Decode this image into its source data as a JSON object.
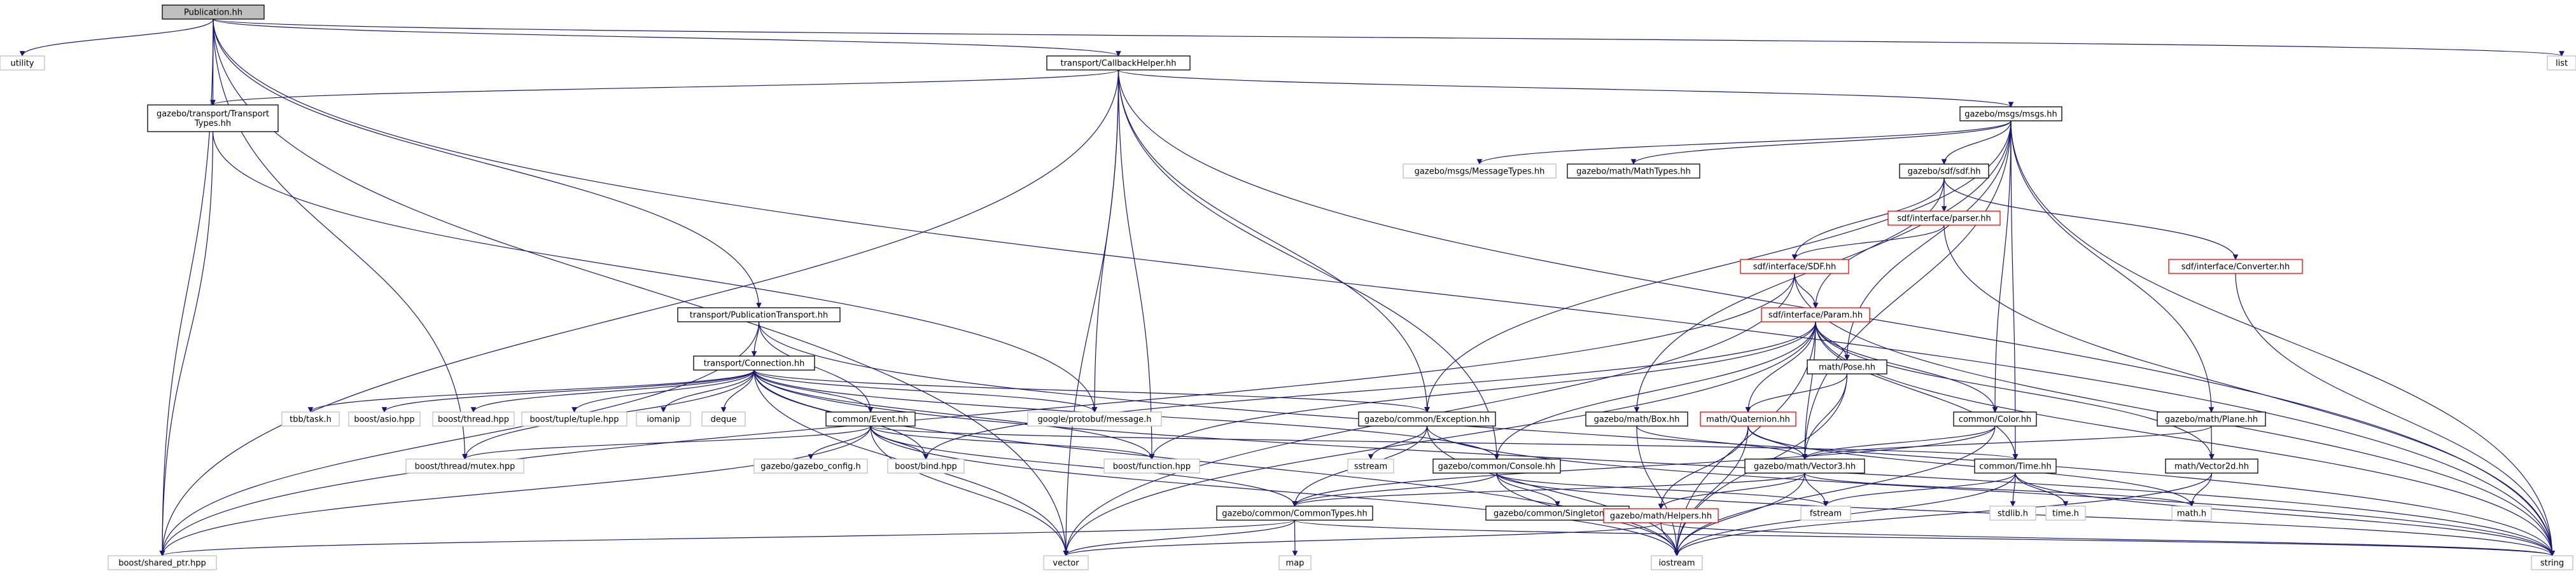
{
  "colors": {
    "edge": "#191970",
    "node_border": "#000000",
    "missing_border": "#bfbfbf",
    "error_border": "#ff0000",
    "root_fill": "#bfbfbf",
    "node_fill": "#ffffff"
  },
  "nodes": [
    {
      "id": "publication",
      "text": [
        "Publication.hh"
      ],
      "kind": "root"
    },
    {
      "id": "utility",
      "text": [
        "utility"
      ],
      "kind": "missing"
    },
    {
      "id": "list",
      "text": [
        "list"
      ],
      "kind": "missing"
    },
    {
      "id": "callbackhelper",
      "text": [
        "transport/CallbackHelper.hh"
      ],
      "kind": "normal"
    },
    {
      "id": "transporttypes",
      "text": [
        "gazebo/transport/Transport",
        "Types.hh"
      ],
      "kind": "normal"
    },
    {
      "id": "msgs",
      "text": [
        "gazebo/msgs/msgs.hh"
      ],
      "kind": "normal"
    },
    {
      "id": "messagetypes",
      "text": [
        "gazebo/msgs/MessageTypes.hh"
      ],
      "kind": "missing"
    },
    {
      "id": "mathtypes",
      "text": [
        "gazebo/math/MathTypes.hh"
      ],
      "kind": "normal"
    },
    {
      "id": "sdfhh",
      "text": [
        "gazebo/sdf/sdf.hh"
      ],
      "kind": "normal"
    },
    {
      "id": "parser",
      "text": [
        "sdf/interface/parser.hh"
      ],
      "kind": "error"
    },
    {
      "id": "converter",
      "text": [
        "sdf/interface/Converter.hh"
      ],
      "kind": "error"
    },
    {
      "id": "sdfint",
      "text": [
        "sdf/interface/SDF.hh"
      ],
      "kind": "error"
    },
    {
      "id": "param",
      "text": [
        "sdf/interface/Param.hh"
      ],
      "kind": "error"
    },
    {
      "id": "pubtransport",
      "text": [
        "transport/PublicationTransport.hh"
      ],
      "kind": "normal"
    },
    {
      "id": "connection",
      "text": [
        "transport/Connection.hh"
      ],
      "kind": "normal"
    },
    {
      "id": "tbbtask",
      "text": [
        "tbb/task.h"
      ],
      "kind": "missing"
    },
    {
      "id": "asio",
      "text": [
        "boost/asio.hpp"
      ],
      "kind": "missing"
    },
    {
      "id": "bthread",
      "text": [
        "boost/thread.hpp"
      ],
      "kind": "missing"
    },
    {
      "id": "tuple",
      "text": [
        "boost/tuple/tuple.hpp"
      ],
      "kind": "missing"
    },
    {
      "id": "iomanip",
      "text": [
        "iomanip"
      ],
      "kind": "missing"
    },
    {
      "id": "deque",
      "text": [
        "deque"
      ],
      "kind": "missing"
    },
    {
      "id": "event",
      "text": [
        "common/Event.hh"
      ],
      "kind": "normal"
    },
    {
      "id": "protobuf",
      "text": [
        "google/protobuf/message.h"
      ],
      "kind": "missing"
    },
    {
      "id": "exception",
      "text": [
        "gazebo/common/Exception.hh"
      ],
      "kind": "normal"
    },
    {
      "id": "mathbox",
      "text": [
        "gazebo/math/Box.hh"
      ],
      "kind": "normal"
    },
    {
      "id": "pose",
      "text": [
        "math/Pose.hh"
      ],
      "kind": "normal"
    },
    {
      "id": "quaternion",
      "text": [
        "math/Quaternion.hh"
      ],
      "kind": "error"
    },
    {
      "id": "color",
      "text": [
        "common/Color.hh"
      ],
      "kind": "normal"
    },
    {
      "id": "plane",
      "text": [
        "gazebo/math/Plane.hh"
      ],
      "kind": "normal"
    },
    {
      "id": "vector2d",
      "text": [
        "math/Vector2d.hh"
      ],
      "kind": "normal"
    },
    {
      "id": "mutex",
      "text": [
        "boost/thread/mutex.hpp"
      ],
      "kind": "missing"
    },
    {
      "id": "gzconfig",
      "text": [
        "gazebo/gazebo_config.h"
      ],
      "kind": "missing"
    },
    {
      "id": "bind",
      "text": [
        "boost/bind.hpp"
      ],
      "kind": "missing"
    },
    {
      "id": "function",
      "text": [
        "boost/function.hpp"
      ],
      "kind": "missing"
    },
    {
      "id": "sstream",
      "text": [
        "sstream"
      ],
      "kind": "missing"
    },
    {
      "id": "console",
      "text": [
        "gazebo/common/Console.hh"
      ],
      "kind": "normal"
    },
    {
      "id": "vector3",
      "text": [
        "gazebo/math/Vector3.hh"
      ],
      "kind": "normal"
    },
    {
      "id": "time",
      "text": [
        "common/Time.hh"
      ],
      "kind": "normal"
    },
    {
      "id": "singleton",
      "text": [
        "gazebo/common/SingletonT.hh"
      ],
      "kind": "normal"
    },
    {
      "id": "fstream",
      "text": [
        "fstream"
      ],
      "kind": "missing"
    },
    {
      "id": "stdlib",
      "text": [
        "stdlib.h"
      ],
      "kind": "missing"
    },
    {
      "id": "timeh",
      "text": [
        "time.h"
      ],
      "kind": "missing"
    },
    {
      "id": "mathh",
      "text": [
        "math.h"
      ],
      "kind": "missing"
    },
    {
      "id": "commontypes",
      "text": [
        "gazebo/common/CommonTypes.hh"
      ],
      "kind": "normal"
    },
    {
      "id": "helpers",
      "text": [
        "gazebo/math/Helpers.hh"
      ],
      "kind": "error"
    },
    {
      "id": "sharedptr",
      "text": [
        "boost/shared_ptr.hpp"
      ],
      "kind": "missing"
    },
    {
      "id": "map",
      "text": [
        "map"
      ],
      "kind": "missing"
    },
    {
      "id": "vector",
      "text": [
        "vector"
      ],
      "kind": "missing"
    },
    {
      "id": "iostream",
      "text": [
        "iostream"
      ],
      "kind": "missing"
    },
    {
      "id": "string",
      "text": [
        "string"
      ],
      "kind": "missing"
    }
  ],
  "edges": [
    [
      "publication",
      "utility"
    ],
    [
      "publication",
      "list"
    ],
    [
      "publication",
      "callbackhelper"
    ],
    [
      "publication",
      "transporttypes"
    ],
    [
      "publication",
      "pubtransport"
    ],
    [
      "publication",
      "sharedptr"
    ],
    [
      "publication",
      "vector"
    ],
    [
      "publication",
      "string"
    ],
    [
      "publication",
      "mutex"
    ],
    [
      "callbackhelper",
      "transporttypes"
    ],
    [
      "callbackhelper",
      "msgs"
    ],
    [
      "callbackhelper",
      "protobuf"
    ],
    [
      "callbackhelper",
      "exception"
    ],
    [
      "callbackhelper",
      "function"
    ],
    [
      "callbackhelper",
      "console"
    ],
    [
      "callbackhelper",
      "sharedptr"
    ],
    [
      "callbackhelper",
      "vector"
    ],
    [
      "callbackhelper",
      "string"
    ],
    [
      "transporttypes",
      "sharedptr"
    ],
    [
      "transporttypes",
      "protobuf"
    ],
    [
      "msgs",
      "messagetypes"
    ],
    [
      "msgs",
      "mathtypes"
    ],
    [
      "msgs",
      "sdfhh"
    ],
    [
      "msgs",
      "mathbox"
    ],
    [
      "msgs",
      "pose"
    ],
    [
      "msgs",
      "color"
    ],
    [
      "msgs",
      "plane"
    ],
    [
      "msgs",
      "vector3"
    ],
    [
      "msgs",
      "time"
    ],
    [
      "msgs",
      "string"
    ],
    [
      "msgs",
      "exception"
    ],
    [
      "sdfhh",
      "parser"
    ],
    [
      "sdfhh",
      "converter"
    ],
    [
      "sdfhh",
      "sdfint"
    ],
    [
      "sdfhh",
      "param"
    ],
    [
      "parser",
      "sdfint"
    ],
    [
      "parser",
      "string"
    ],
    [
      "converter",
      "string"
    ],
    [
      "sdfint",
      "param"
    ],
    [
      "sdfint",
      "sharedptr"
    ],
    [
      "sdfint",
      "vector"
    ],
    [
      "sdfint",
      "string"
    ],
    [
      "param",
      "pose"
    ],
    [
      "param",
      "quaternion"
    ],
    [
      "param",
      "color"
    ],
    [
      "param",
      "vector3"
    ],
    [
      "param",
      "vector2d"
    ],
    [
      "param",
      "time"
    ],
    [
      "param",
      "console"
    ],
    [
      "param",
      "bind"
    ],
    [
      "param",
      "function"
    ],
    [
      "param",
      "vector"
    ],
    [
      "param",
      "string"
    ],
    [
      "param",
      "iostream"
    ],
    [
      "pubtransport",
      "connection"
    ],
    [
      "pubtransport",
      "event"
    ],
    [
      "pubtransport",
      "sharedptr"
    ],
    [
      "pubtransport",
      "string"
    ],
    [
      "connection",
      "tbbtask"
    ],
    [
      "connection",
      "asio"
    ],
    [
      "connection",
      "bthread"
    ],
    [
      "connection",
      "tuple"
    ],
    [
      "connection",
      "iomanip"
    ],
    [
      "connection",
      "deque"
    ],
    [
      "connection",
      "event"
    ],
    [
      "connection",
      "protobuf"
    ],
    [
      "connection",
      "exception"
    ],
    [
      "connection",
      "bind"
    ],
    [
      "connection",
      "function"
    ],
    [
      "connection",
      "console"
    ],
    [
      "connection",
      "vector"
    ],
    [
      "connection",
      "string"
    ],
    [
      "connection",
      "iostream"
    ],
    [
      "connection",
      "mutex"
    ],
    [
      "event",
      "mutex"
    ],
    [
      "event",
      "gzconfig"
    ],
    [
      "event",
      "bind"
    ],
    [
      "event",
      "function"
    ],
    [
      "event",
      "time"
    ],
    [
      "event",
      "commontypes"
    ],
    [
      "event",
      "sharedptr"
    ],
    [
      "event",
      "vector"
    ],
    [
      "event",
      "iostream"
    ],
    [
      "exception",
      "sstream"
    ],
    [
      "exception",
      "commontypes"
    ],
    [
      "exception",
      "string"
    ],
    [
      "exception",
      "iostream"
    ],
    [
      "mathbox",
      "vector3"
    ],
    [
      "mathbox",
      "iostream"
    ],
    [
      "pose",
      "vector3"
    ],
    [
      "pose",
      "quaternion"
    ],
    [
      "pose",
      "iostream"
    ],
    [
      "quaternion",
      "vector3"
    ],
    [
      "quaternion",
      "helpers"
    ],
    [
      "quaternion",
      "mathh"
    ],
    [
      "quaternion",
      "iostream"
    ],
    [
      "color",
      "vector3"
    ],
    [
      "color",
      "iostream"
    ],
    [
      "color",
      "commontypes"
    ],
    [
      "plane",
      "vector2d"
    ],
    [
      "plane",
      "vector3"
    ],
    [
      "vector2d",
      "mathh"
    ],
    [
      "vector2d",
      "iostream"
    ],
    [
      "console",
      "singleton"
    ],
    [
      "console",
      "commontypes"
    ],
    [
      "console",
      "fstream"
    ],
    [
      "console",
      "iostream"
    ],
    [
      "console",
      "string"
    ],
    [
      "vector3",
      "helpers"
    ],
    [
      "vector3",
      "fstream"
    ],
    [
      "vector3",
      "mathh"
    ],
    [
      "vector3",
      "iostream"
    ],
    [
      "vector3",
      "commontypes"
    ],
    [
      "time",
      "stdlib"
    ],
    [
      "time",
      "timeh"
    ],
    [
      "time",
      "string"
    ],
    [
      "time",
      "iostream"
    ],
    [
      "time",
      "fstream"
    ],
    [
      "commontypes",
      "sharedptr"
    ],
    [
      "commontypes",
      "map"
    ],
    [
      "commontypes",
      "vector"
    ],
    [
      "commontypes",
      "string"
    ],
    [
      "helpers",
      "vector"
    ],
    [
      "helpers",
      "string"
    ],
    [
      "helpers",
      "iostream"
    ]
  ]
}
